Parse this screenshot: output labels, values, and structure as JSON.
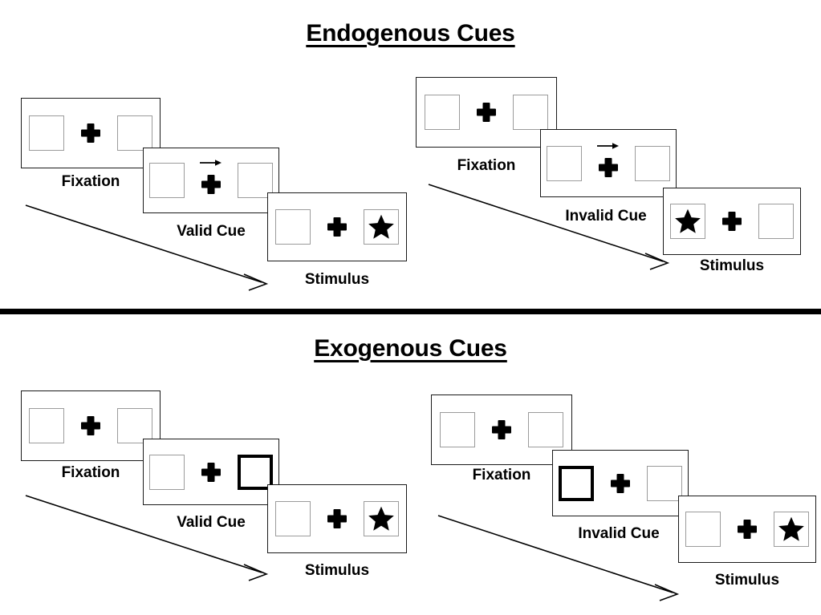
{
  "sections": [
    {
      "id": "endogenous",
      "title": "Endogenous Cues",
      "sequences": [
        {
          "id": "endogenous-valid",
          "frames": [
            {
              "caption": "Fixation",
              "cue": "none",
              "cue_side": "none",
              "stimulus_side": "none"
            },
            {
              "caption": "Valid Cue",
              "cue": "arrow",
              "cue_side": "right",
              "stimulus_side": "none"
            },
            {
              "caption": "Stimulus",
              "cue": "none",
              "cue_side": "none",
              "stimulus_side": "right"
            }
          ]
        },
        {
          "id": "endogenous-invalid",
          "frames": [
            {
              "caption": "Fixation",
              "cue": "none",
              "cue_side": "none",
              "stimulus_side": "none"
            },
            {
              "caption": "Invalid Cue",
              "cue": "arrow",
              "cue_side": "right",
              "stimulus_side": "none"
            },
            {
              "caption": "Stimulus",
              "cue": "none",
              "cue_side": "none",
              "stimulus_side": "left"
            }
          ]
        }
      ]
    },
    {
      "id": "exogenous",
      "title": "Exogenous Cues",
      "sequences": [
        {
          "id": "exogenous-valid",
          "frames": [
            {
              "caption": "Fixation",
              "cue": "none",
              "cue_side": "none",
              "stimulus_side": "none"
            },
            {
              "caption": "Valid Cue",
              "cue": "box",
              "cue_side": "right",
              "stimulus_side": "none"
            },
            {
              "caption": "Stimulus",
              "cue": "none",
              "cue_side": "none",
              "stimulus_side": "right"
            }
          ]
        },
        {
          "id": "exogenous-invalid",
          "frames": [
            {
              "caption": "Fixation",
              "cue": "none",
              "cue_side": "none",
              "stimulus_side": "none"
            },
            {
              "caption": "Invalid Cue",
              "cue": "box",
              "cue_side": "left",
              "stimulus_side": "none"
            },
            {
              "caption": "Stimulus",
              "cue": "none",
              "cue_side": "none",
              "stimulus_side": "right"
            }
          ]
        }
      ]
    }
  ],
  "colors": {
    "frame_border": "#1a1a1a",
    "placeholder_border": "#9b9b9b",
    "cue_highlight": "#000000",
    "stimulus": "#000000",
    "divider": "#000000",
    "background": "#ffffff"
  },
  "icons": {
    "fixation": "plus-icon",
    "endogenous_cue": "right-arrow-icon",
    "exogenous_cue": "thick-box-icon",
    "target": "star-icon",
    "time_flow": "diagonal-arrow-icon"
  }
}
